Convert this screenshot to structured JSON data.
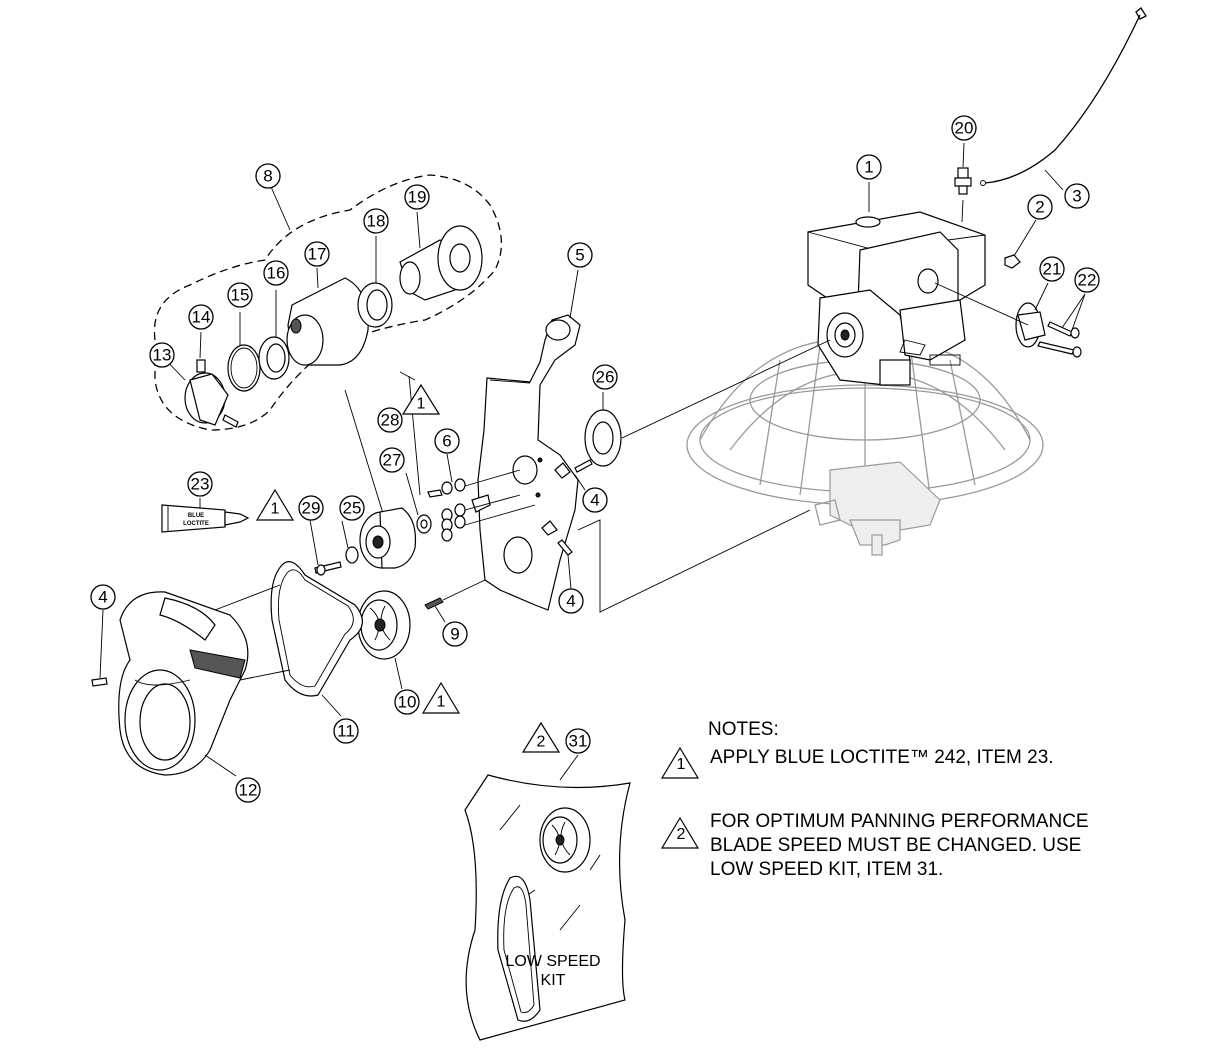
{
  "callouts": [
    "1",
    "2",
    "3",
    "4",
    "4",
    "4",
    "5",
    "6",
    "8",
    "9",
    "10",
    "11",
    "12",
    "13",
    "14",
    "15",
    "16",
    "17",
    "18",
    "19",
    "20",
    "21",
    "22",
    "23",
    "25",
    "26",
    "27",
    "28",
    "29",
    "31"
  ],
  "flag_labels": [
    "1",
    "1",
    "1",
    "2",
    "1",
    "2"
  ],
  "tube_label": [
    "BLUE",
    "LOCTITE"
  ],
  "kit_label": [
    "LOW SPEED",
    "KIT"
  ],
  "notes": {
    "title": "NOTES:",
    "items": [
      {
        "flag": "1",
        "lines": [
          "APPLY BLUE LOCTITE™ 242, ITEM 23."
        ]
      },
      {
        "flag": "2",
        "lines": [
          "FOR OPTIMUM PANNING PERFORMANCE",
          "BLADE SPEED MUST BE CHANGED. USE",
          "LOW SPEED KIT, ITEM 31."
        ]
      }
    ]
  }
}
